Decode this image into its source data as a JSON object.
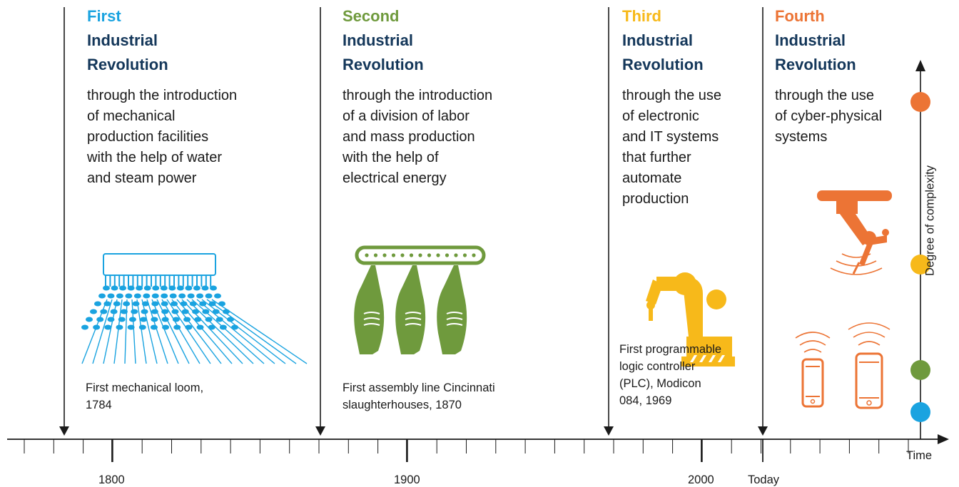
{
  "revolutions": [
    {
      "ordinal": "First",
      "title_line1": "Industrial",
      "title_line2": "Revolution",
      "desc": [
        "through the introduction",
        "of mechanical",
        "production facilities",
        "with the help of water",
        "and steam power"
      ],
      "caption": [
        "First mechanical loom,",
        "1784"
      ],
      "color": "#1aa3e0"
    },
    {
      "ordinal": "Second",
      "title_line1": "Industrial",
      "title_line2": "Revolution",
      "desc": [
        "through the introduction",
        "of a division of labor",
        "and mass production",
        "with the help of",
        "electrical energy"
      ],
      "caption": [
        "First assembly line Cincinnati",
        "slaughterhouses, 1870"
      ],
      "color": "#6f9a3d"
    },
    {
      "ordinal": "Third",
      "title_line1": "Industrial",
      "title_line2": "Revolution",
      "desc": [
        "through the use",
        "of electronic",
        "and IT systems",
        "that further",
        "automate",
        "production"
      ],
      "caption": [
        "First programmable",
        "logic controller",
        "(PLC), Modicon",
        "084, 1969"
      ],
      "color": "#f7b91a"
    },
    {
      "ordinal": "Fourth",
      "title_line1": "Industrial",
      "title_line2": "Revolution",
      "desc": [
        "through the use",
        "of cyber-physical",
        "systems"
      ],
      "caption": [],
      "color": "#ec7435"
    }
  ],
  "timeline": {
    "labels": [
      "1800",
      "1900",
      "2000",
      "Today"
    ],
    "x_axis_title": "Time",
    "y_axis_title": "Degree of complexity"
  },
  "colors": {
    "title": "#14375a",
    "axis": "#1a1a1a"
  },
  "icons": [
    "loom-icon",
    "slaughterhouse-conveyor-icon",
    "robot-arm-icon",
    "cyber-robot-icon",
    "smartphone-icon"
  ]
}
